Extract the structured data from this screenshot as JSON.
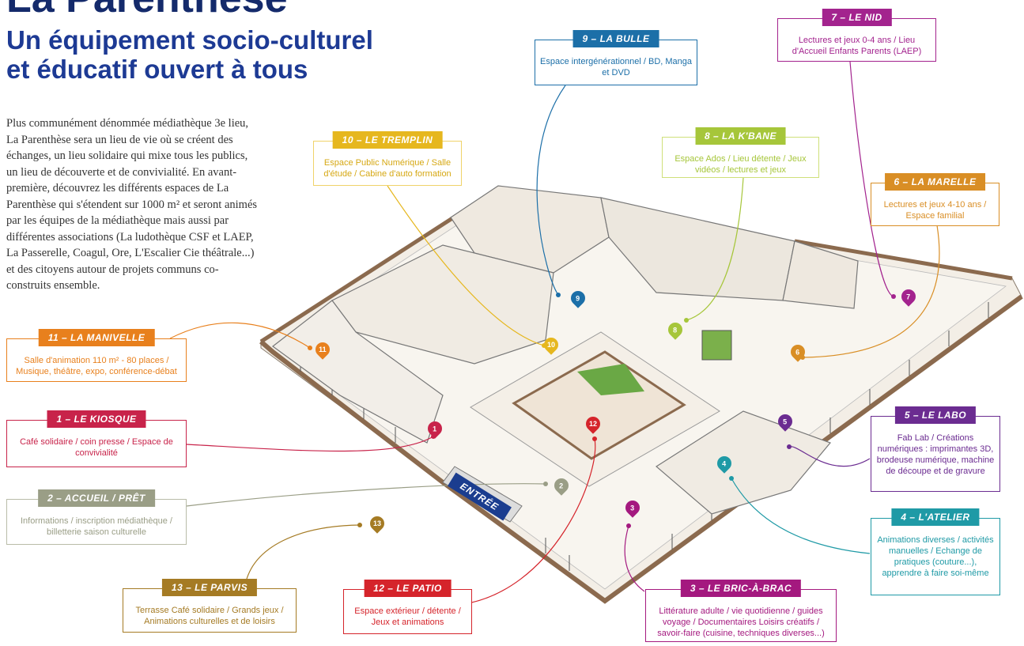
{
  "header": {
    "title": "La Parenthèse",
    "subtitle_line1": "Un équipement socio-culturel",
    "subtitle_line2": "et éducatif ouvert à tous"
  },
  "intro": "Plus communément dénommée médiathèque 3e lieu, La Parenthèse sera un lieu de vie où se créent des échanges, un lieu solidaire qui mixe tous les publics, un lieu de découverte et de convivialité. En avant-première, découvrez les différents espaces de La Parenthèse qui s'étendent sur 1000 m² et seront animés par les équipes de la médiathèque mais aussi par différentes associations (La ludothèque CSF et LAEP, La Passerelle, Coagul, Ore, L'Escalier Cie théâtrale...) et des citoyens autour de projets communs co-construits ensemble.",
  "entree": "ENTRÉE",
  "spaces": [
    {
      "num": "1",
      "label": "1 – LE KIOSQUE",
      "desc": "Café solidaire / coin presse / Espace de convivialité",
      "color": "#c8234a"
    },
    {
      "num": "2",
      "label": "2 – ACCUEIL / PRÊT",
      "desc": "Informations / inscription médiathèque / billetterie saison culturelle",
      "color": "#9a9e86"
    },
    {
      "num": "3",
      "label": "3 – LE BRIC-À-BRAC",
      "desc": "Littérature adulte / vie quotidienne / guides voyage / Documentaires Loisirs créatifs / savoir-faire (cuisine, techniques diverses...)",
      "color": "#a4197f"
    },
    {
      "num": "4",
      "label": "4 – L'ATELIER",
      "desc": "Animations diverses / activités manuelles / Echange de pratiques (couture...), apprendre à faire soi-même",
      "color": "#1f9aa6"
    },
    {
      "num": "5",
      "label": "5 – LE LABO",
      "desc": "Fab Lab / Créations numériques : imprimantes 3D, brodeuse numérique, machine de découpe et de gravure",
      "color": "#6b2c91"
    },
    {
      "num": "6",
      "label": "6 – LA MARELLE",
      "desc": "Lectures et jeux 4-10 ans / Espace familial",
      "color": "#d98e25"
    },
    {
      "num": "7",
      "label": "7 – LE NID",
      "desc": "Lectures et jeux 0-4 ans / Lieu d'Accueil Enfants Parents (LAEP)",
      "color": "#a3238e"
    },
    {
      "num": "8",
      "label": "8 – LA K'BANE",
      "desc": "Espace Ados / Lieu détente / Jeux vidéos / lectures et jeux",
      "color": "#a6c63a"
    },
    {
      "num": "9",
      "label": "9 – LA BULLE",
      "desc": "Espace intergénérationnel / BD, Manga et DVD",
      "color": "#1c6fa8"
    },
    {
      "num": "10",
      "label": "10 – LE TREMPLIN",
      "desc": "Espace Public Numérique / Salle d'étude / Cabine d'auto formation",
      "color": "#e6b71e"
    },
    {
      "num": "11",
      "label": "11 – LA MANIVELLE",
      "desc": "Salle d'animation 110 m² - 80 places / Musique, théâtre, expo, conférence-débat",
      "color": "#e8801d"
    },
    {
      "num": "12",
      "label": "12 – LE PATIO",
      "desc": "Espace extérieur / détente / Jeux et animations",
      "color": "#d5242b"
    },
    {
      "num": "13",
      "label": "13 – LE PARVIS",
      "desc": "Terrasse Café solidaire / Grands jeux / Animations culturelles et de loisirs",
      "color": "#a57b24"
    }
  ]
}
